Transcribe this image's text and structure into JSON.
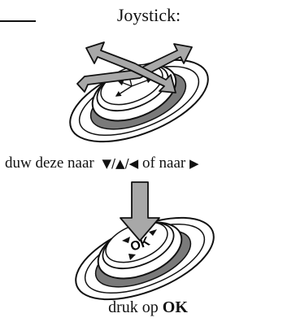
{
  "title": "Joystick:",
  "instruction": {
    "text": "duw deze naar",
    "direction_glyphs": "▼/▲/◀",
    "connector": "of naar",
    "last_glyph": "▶"
  },
  "press_label": "OK",
  "caption": {
    "prefix": "druk op",
    "bold": "OK"
  }
}
